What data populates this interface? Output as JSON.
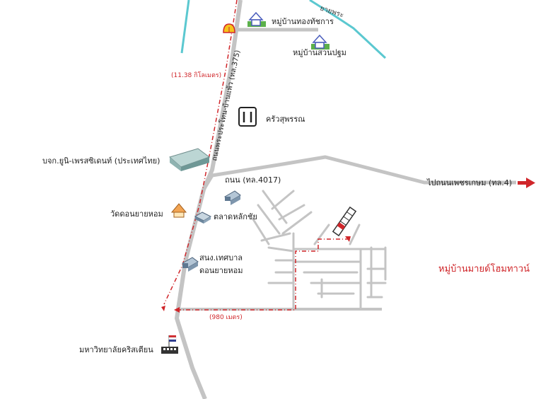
{
  "map": {
    "colors": {
      "road": "#c4c4c4",
      "river": "#5bc8d0",
      "route": "#d0262a",
      "label": "#222222"
    },
    "labels": {
      "village_thongthat": "หมู่บ้านทองทัชการ",
      "village_suanpathom": "หมู่บ้านสวนปฐม",
      "road_main": "ถนนพระประโทน-บ้านแพ้ว (ทล.375)",
      "dist_main": "(11.38 กิโลเมตร)",
      "restaurant": "ครัวสุพรรณ",
      "factory": "บจก.ยูนิ-เพรสซิเดนท์ (ประเทศไทย)",
      "road_4017": "ถนน (ทล.4017)",
      "to_phetkasem": "ไปถนนเพชรเกษม (ทล.4)",
      "temple": "วัดดอนยายหอม",
      "market": "ตลาดหลักชัย",
      "municipal_line1": "สนง.เทศบาล",
      "municipal_line2": "ดอนยายหอม",
      "destination": "หมู่บ้านมายด์โฮมทาวน์",
      "dist_side": "(980 เมตร)",
      "university": "มหาวิทยาลัยคริสเตียน",
      "river_fragment": "ยายพระ"
    },
    "icons": {
      "fuel": "shell-fuel-icon",
      "house": "house-icon",
      "restaurant": "fork-knife-icon",
      "factory": "factory-icon",
      "temple": "temple-icon",
      "office": "office-building-icon",
      "university": "university-icon",
      "arrow": "right-arrow-icon"
    }
  }
}
